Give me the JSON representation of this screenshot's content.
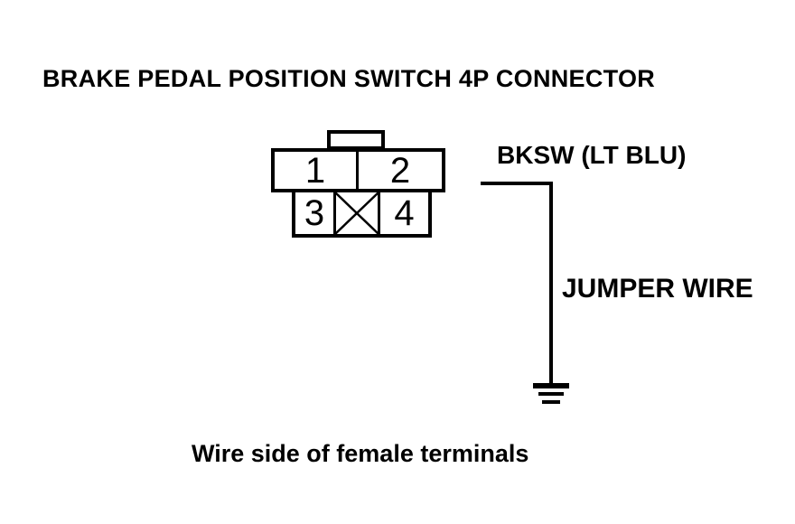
{
  "title": "BRAKE PEDAL POSITION SWITCH 4P CONNECTOR",
  "connector": {
    "terminals": [
      "1",
      "2",
      "3",
      "4"
    ],
    "blocked_cavity_icon": "x-cross-icon"
  },
  "wire": {
    "signal_label": "BKSW (LT BLU)",
    "jumper_label": "JUMPER WIRE",
    "ground_icon": "ground-icon"
  },
  "caption": "Wire side of female terminals",
  "colors": {
    "ink": "#000000",
    "background": "#ffffff"
  }
}
